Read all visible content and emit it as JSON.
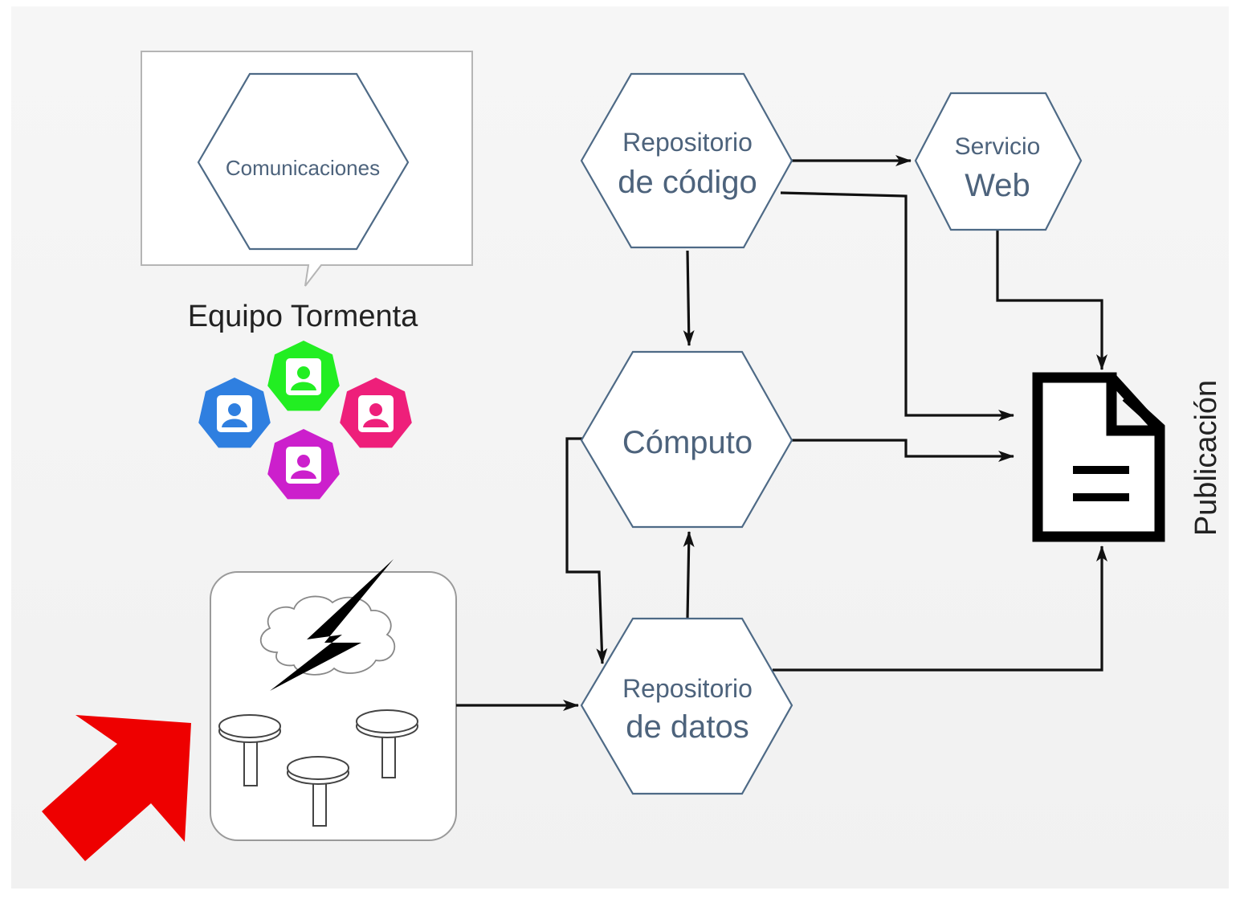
{
  "nodes": {
    "comunicaciones": "Comunicaciones",
    "repo_codigo": [
      "Repositorio",
      "de código"
    ],
    "servicio_web": [
      "Servicio",
      "Web"
    ],
    "computo": "Cómputo",
    "repo_datos": [
      "Repositorio",
      "de datos"
    ]
  },
  "team_label": "Equipo Tormenta",
  "publication_label": "Publicación",
  "team_colors": [
    "#2f7fe0",
    "#22ee22",
    "#ee1f7a",
    "#cc1fcc"
  ],
  "edges": [
    {
      "from": "repo_codigo",
      "to": "servicio_web"
    },
    {
      "from": "repo_codigo",
      "to": "computo"
    },
    {
      "from": "repo_codigo",
      "to": "publicacion"
    },
    {
      "from": "servicio_web",
      "to": "publicacion"
    },
    {
      "from": "computo",
      "to": "publicacion"
    },
    {
      "from": "computo",
      "to": "repo_datos"
    },
    {
      "from": "repo_datos",
      "to": "computo"
    },
    {
      "from": "repo_datos",
      "to": "publicacion"
    },
    {
      "from": "estacion_meteorologica",
      "to": "repo_datos"
    }
  ],
  "accent_color": "#ee0000"
}
